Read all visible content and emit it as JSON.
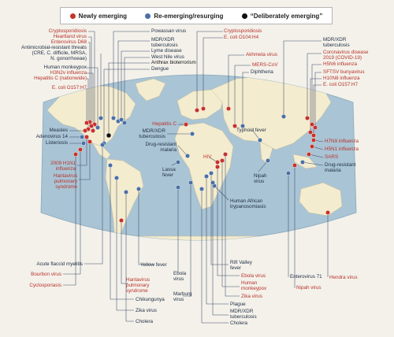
{
  "legend": {
    "newly": "Newly emerging",
    "reemerging": "Re-emerging/resurging",
    "deliberate": "“Deliberately emerging”"
  },
  "colors": {
    "newly": "#c6322b",
    "reemerging": "#4a6fa5",
    "deliberate": "#111111",
    "ocean": "#a9c4d4",
    "land": "#f4eccf"
  },
  "labels": [
    {
      "id": "cryptosporidiosis-us",
      "text": "Cryptosporidiosis",
      "type": "new"
    },
    {
      "id": "heartland-virus",
      "text": "Heartland virus",
      "type": "new"
    },
    {
      "id": "enterovirus-d68",
      "text": "Enterovirus D68",
      "type": "new"
    },
    {
      "id": "antimicrobial",
      "text": "Antimicrobial-resistant threats\n(CRE, C. difficile, MRSA,\nN. gonorrhoeae)",
      "type": "re"
    },
    {
      "id": "human-monkeypox-us",
      "text": "Human monkeypox",
      "type": "re"
    },
    {
      "id": "h3n2v",
      "text": "H3N2v influenza",
      "type": "new"
    },
    {
      "id": "hepatitis-c-us",
      "text": "Hepatitis C (nationwide)",
      "type": "new"
    },
    {
      "id": "ecoli-us",
      "text": "E. coli O157:H7",
      "type": "new"
    },
    {
      "id": "powassan",
      "text": "Powassan virus",
      "type": "re"
    },
    {
      "id": "mdr-tb-us",
      "text": "MDR/XDR\ntuberculosis",
      "type": "re"
    },
    {
      "id": "lyme",
      "text": "Lyme disease",
      "type": "re"
    },
    {
      "id": "west-nile",
      "text": "West Nile virus",
      "type": "re"
    },
    {
      "id": "anthrax",
      "text": "Anthrax bioterrorism",
      "type": "del"
    },
    {
      "id": "dengue-us",
      "text": "Dengue",
      "type": "re"
    },
    {
      "id": "crypto-eu",
      "text": "Cryptosporidiosis",
      "type": "new"
    },
    {
      "id": "ecoli-o104",
      "text": "E. coli O104:H4",
      "type": "new"
    },
    {
      "id": "akhmeta",
      "text": "Akhmeta virus",
      "type": "new"
    },
    {
      "id": "mers",
      "text": "MERS-CoV",
      "type": "new"
    },
    {
      "id": "diphtheria",
      "text": "Diphtheria",
      "type": "re"
    },
    {
      "id": "mdr-tb-asia",
      "text": "MDR/XDR\ntuberculosis",
      "type": "re"
    },
    {
      "id": "covid",
      "text": "Coronavirus disease\n2019 (COVID-19)",
      "type": "new"
    },
    {
      "id": "h5n6",
      "text": "H5N6 influenza",
      "type": "new"
    },
    {
      "id": "sftsv",
      "text": "SFTSV bunyavirus",
      "type": "new"
    },
    {
      "id": "h10n8",
      "text": "H10N8 influenza",
      "type": "new"
    },
    {
      "id": "ecoli-asia",
      "text": "E. coli O157:H7",
      "type": "new"
    },
    {
      "id": "measles",
      "text": "Measles",
      "type": "re"
    },
    {
      "id": "adenovirus",
      "text": "Adenovirus 14",
      "type": "re"
    },
    {
      "id": "listeriosis",
      "text": "Listeriosis",
      "type": "re"
    },
    {
      "id": "h1n1",
      "text": "2009 H1N1\ninfluenza",
      "type": "new"
    },
    {
      "id": "hantavirus-us",
      "text": "Hantavirus\npulmonary\nsyndrome",
      "type": "new"
    },
    {
      "id": "hepatitis-c-eu",
      "text": "Hepatitis C",
      "type": "new"
    },
    {
      "id": "mdr-tb-eu",
      "text": "MDR/XDR\ntuberculosis",
      "type": "re"
    },
    {
      "id": "drug-malaria-af",
      "text": "Drug-resistant\nmalaria",
      "type": "re"
    },
    {
      "id": "typhoid",
      "text": "Typhoid fever",
      "type": "re"
    },
    {
      "id": "lassa",
      "text": "Lassa\nfever",
      "type": "re"
    },
    {
      "id": "hiv",
      "text": "HIV",
      "type": "new"
    },
    {
      "id": "nipah-in",
      "text": "Nipah\nvirus",
      "type": "re"
    },
    {
      "id": "h7n9",
      "text": "H7N9 influenza",
      "type": "new"
    },
    {
      "id": "h5n1",
      "text": "H5N1 influenza",
      "type": "new"
    },
    {
      "id": "sars",
      "text": "SARS",
      "type": "new"
    },
    {
      "id": "drug-malaria-asia",
      "text": "Drug-resistant\nmalaria",
      "type": "re"
    },
    {
      "id": "trypanosomiasis",
      "text": "Human African\ntrypanosomiasis",
      "type": "re"
    },
    {
      "id": "afm",
      "text": "Acute flaccid myelitis",
      "type": "re"
    },
    {
      "id": "bourbon",
      "text": "Bourbon virus",
      "type": "new"
    },
    {
      "id": "cyclosporiasis",
      "text": "Cyclosporiasis",
      "type": "new"
    },
    {
      "id": "yellow-fever",
      "text": "Yellow fever",
      "type": "re"
    },
    {
      "id": "hantavirus-sa",
      "text": "Hantavirus\npulmonary\nsyndrome",
      "type": "new"
    },
    {
      "id": "chikungunya",
      "text": "Chikungunya",
      "type": "re"
    },
    {
      "id": "zika-sa",
      "text": "Zika virus",
      "type": "re"
    },
    {
      "id": "cholera-sa",
      "text": "Cholera",
      "type": "re"
    },
    {
      "id": "ebola",
      "text": "Ebola\nvirus",
      "type": "re"
    },
    {
      "id": "marburg",
      "text": "Marburg\nvirus",
      "type": "re"
    },
    {
      "id": "rift-valley",
      "text": "Rift Valley\nfever",
      "type": "re"
    },
    {
      "id": "ebola-af",
      "text": "Ebola virus",
      "type": "new"
    },
    {
      "id": "human-monkeypox-af",
      "text": "Human\nmonkeypox",
      "type": "new"
    },
    {
      "id": "zika-af",
      "text": "Zika virus",
      "type": "new"
    },
    {
      "id": "plague",
      "text": "Plague",
      "type": "re"
    },
    {
      "id": "mdr-tb-af",
      "text": "MDR/XDR\ntuberculosis",
      "type": "re"
    },
    {
      "id": "cholera-af",
      "text": "Cholera",
      "type": "re"
    },
    {
      "id": "enterovirus-71",
      "text": "Enterovirus 71",
      "type": "re"
    },
    {
      "id": "nipah-asia",
      "text": "Nipah virus",
      "type": "new"
    },
    {
      "id": "hendra",
      "text": "Hendra virus",
      "type": "new"
    }
  ]
}
